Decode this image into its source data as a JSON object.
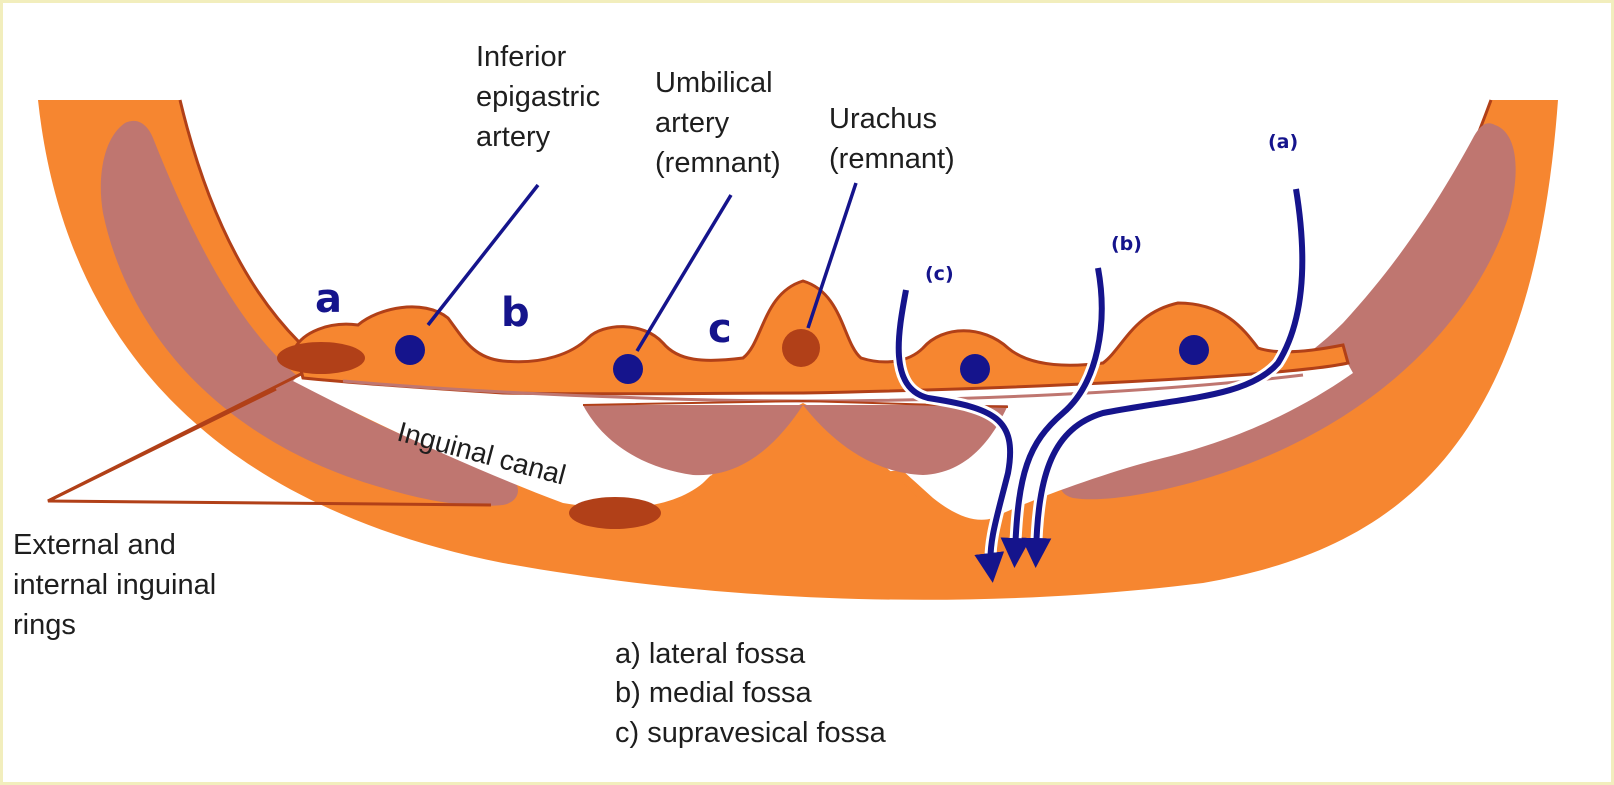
{
  "labels": {
    "inferior_epigastric_artery": [
      "Inferior",
      "epigastric",
      "artery"
    ],
    "umbilical_artery": [
      "Umbilical",
      "artery",
      "(remnant)"
    ],
    "urachus": [
      "Urachus",
      "(remnant)"
    ],
    "inguinal_canal": "Inguinal canal",
    "inguinal_rings": [
      "External and",
      "internal inguinal",
      "rings"
    ]
  },
  "fossa_letters": {
    "a": "a",
    "b": "b",
    "c": "c"
  },
  "hernia_arrows": {
    "a": "(a)",
    "b": "(b)",
    "c": "(c)"
  },
  "legend": [
    "a) lateral fossa",
    "b) medial fossa",
    "c) supravesical fossa"
  ],
  "colors": {
    "wall_orange": "#f68630",
    "muscle_mauve": "#bf7670",
    "outline_brown": "#b14018",
    "vessel_blue": "#15148c",
    "frame_cream": "#f2eebd"
  }
}
